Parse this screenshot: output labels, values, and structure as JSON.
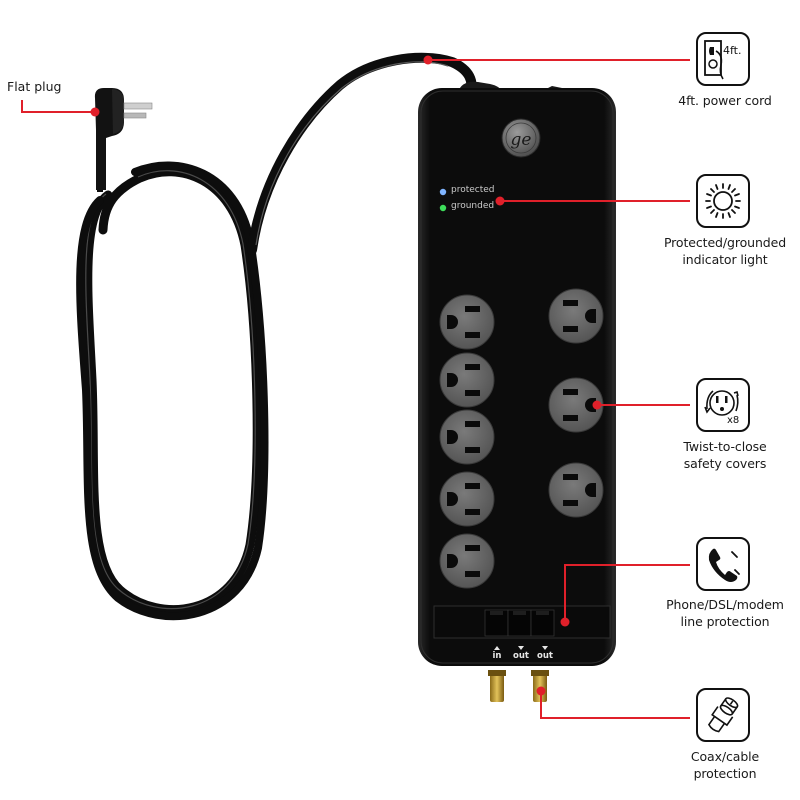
{
  "product": {
    "brand_logo": "GE",
    "indicator_lights": [
      {
        "label": "protected",
        "color": "#7fb4ff"
      },
      {
        "label": "grounded",
        "color": "#3ddc5a"
      }
    ],
    "outlet_count": 8,
    "phone_jacks": [
      {
        "label": "in",
        "arrow": "up"
      },
      {
        "label": "out",
        "arrow": "down"
      },
      {
        "label": "out",
        "arrow": "down"
      }
    ]
  },
  "callouts": {
    "flat_plug": {
      "label": "Flat plug"
    },
    "power_cord": {
      "label": "4ft. power cord",
      "icon": "outlet-cord-icon",
      "icon_text": "4ft."
    },
    "indicator": {
      "label_line1": "Protected/grounded",
      "label_line2": "indicator light",
      "icon": "sun-light-icon"
    },
    "safety_covers": {
      "label_line1": "Twist-to-close",
      "label_line2": "safety covers",
      "icon": "twist-outlet-icon",
      "icon_text": "x8"
    },
    "phone_line": {
      "label_line1": "Phone/DSL/modem",
      "label_line2": "line protection",
      "icon": "phone-handset-icon"
    },
    "coax": {
      "label_line1": "Coax/cable",
      "label_line2": "protection",
      "icon": "coax-connector-icon"
    }
  },
  "colors": {
    "callout_line": "#e0202a",
    "strip_body": "#111111",
    "outlet_face": "#6c6c6c",
    "coax_gold": "#c8a43a"
  }
}
